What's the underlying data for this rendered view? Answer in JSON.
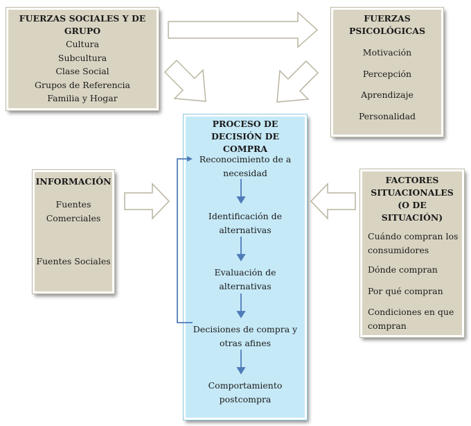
{
  "social": {
    "title": "FUERZAS SOCIALES Y DE GRUPO",
    "items": [
      "Cultura",
      "Subcultura",
      "Clase Social",
      "Grupos de Referencia",
      "Familia y Hogar"
    ]
  },
  "psych": {
    "title": "FUERZAS PSICOLÓGICAS",
    "items": [
      "Motivación",
      "Percepción",
      "Aprendizaje",
      "Personalidad"
    ]
  },
  "info": {
    "title": "INFORMACIÓN",
    "items": [
      "Fuentes Comerciales",
      "Fuentes Sociales"
    ]
  },
  "situational": {
    "title": "FACTORES SITUACIONALES (O DE SITUACIÓN)",
    "items": [
      "Cuándo compran los consumidores",
      "Dónde compran",
      "Por qué compran",
      "Condiciones en que compran"
    ]
  },
  "process": {
    "title": "PROCESO DE DECISIÓN DE COMPRA",
    "steps": [
      "Reconocimiento de a necesidad",
      "Identificación de alternativas",
      "Evaluación de alternativas",
      "Decisiones de compra y otras afines",
      "Comportamiento postcompra"
    ]
  }
}
